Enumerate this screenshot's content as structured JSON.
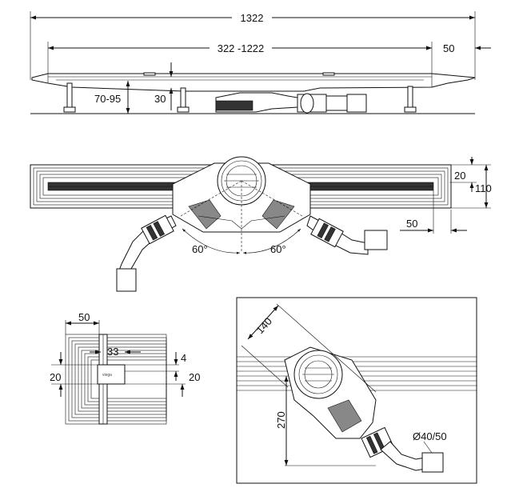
{
  "side_view": {
    "total_length": "1322",
    "range_length": "322 -1222",
    "end_offset": "50",
    "height_range": "70-95",
    "depth": "30"
  },
  "top_view": {
    "width_small": "20",
    "width_total": "110",
    "end_offset": "50",
    "angle_left": "60°",
    "angle_right": "60°"
  },
  "corner_detail": {
    "dim_50": "50",
    "dim_33": "33",
    "dim_4": "4",
    "dim_20_left": "20",
    "dim_20_right": "20",
    "logo": "viega"
  },
  "outlet_detail": {
    "dim_140": "140",
    "dim_270": "270",
    "diameter": "Ø40/50"
  }
}
